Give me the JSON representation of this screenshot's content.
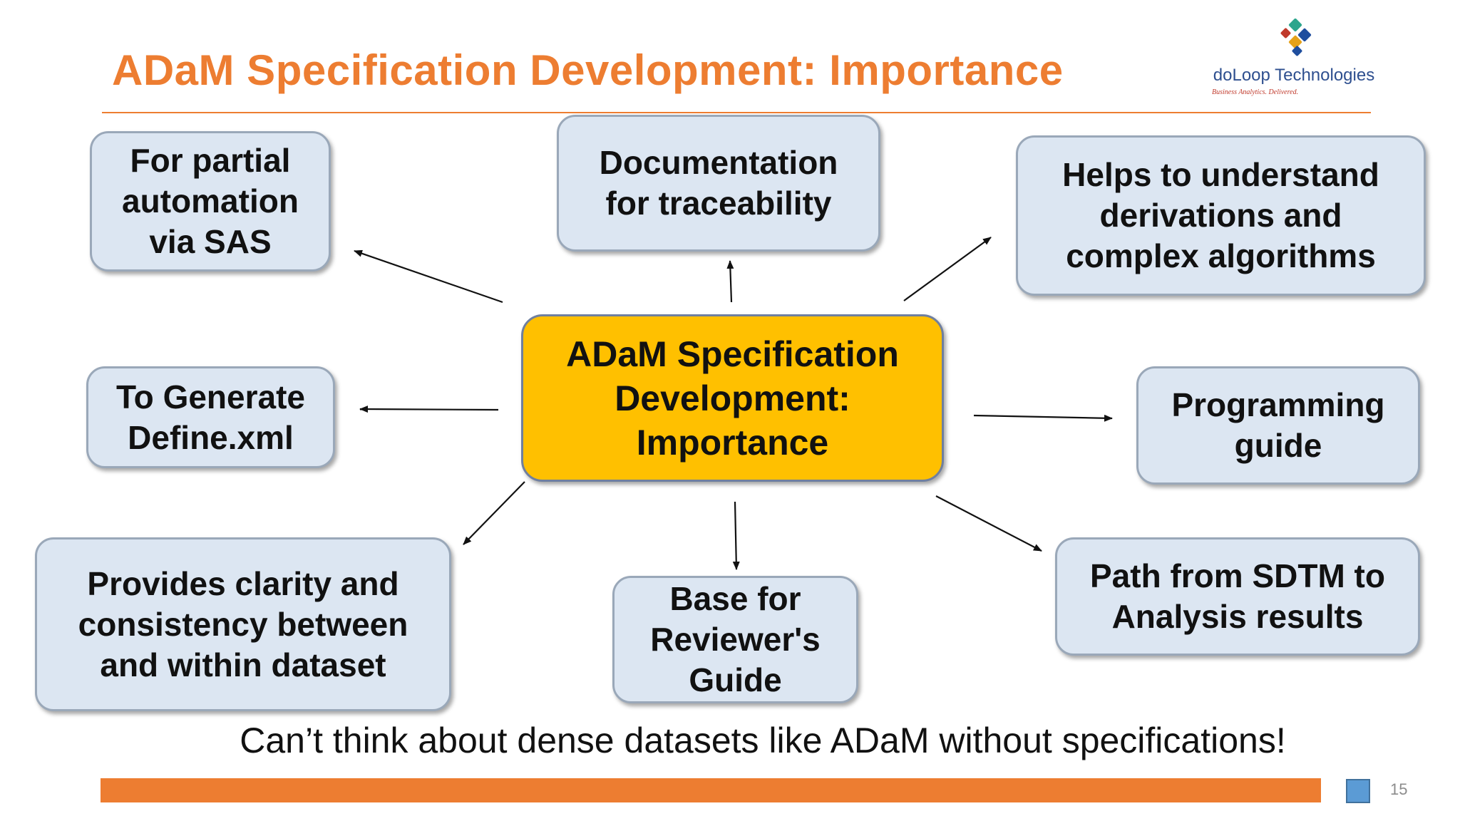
{
  "slide": {
    "title": "ADaM Specification Development: Importance",
    "tagline": "Can’t think about dense datasets like ADaM without specifications!",
    "page_number": "15"
  },
  "logo": {
    "name": "doLoop Technologies",
    "tagline": "Business Analytics. Delivered.",
    "icon": "doloop-logo-icon"
  },
  "diagram": {
    "center": "ADaM Specification\nDevelopment:\nImportance",
    "nodes": {
      "partial_automation": "For partial\nautomation\nvia SAS",
      "traceability": "Documentation\nfor traceability",
      "derivations": "Helps to understand\nderivations and\ncomplex algorithms",
      "define_xml": "To Generate\nDefine.xml",
      "programming_guide": "Programming\nguide",
      "clarity": "Provides clarity and\nconsistency between\nand within dataset",
      "reviewers_guide": "Base for\nReviewer's\nGuide",
      "sdtm_path": "Path from SDTM to\nAnalysis results"
    }
  },
  "colors": {
    "title": "#ed7d31",
    "center_fill": "#ffc000",
    "node_fill": "#dce6f2",
    "footer_bar": "#ed7d31",
    "footer_square": "#5b9bd5"
  }
}
